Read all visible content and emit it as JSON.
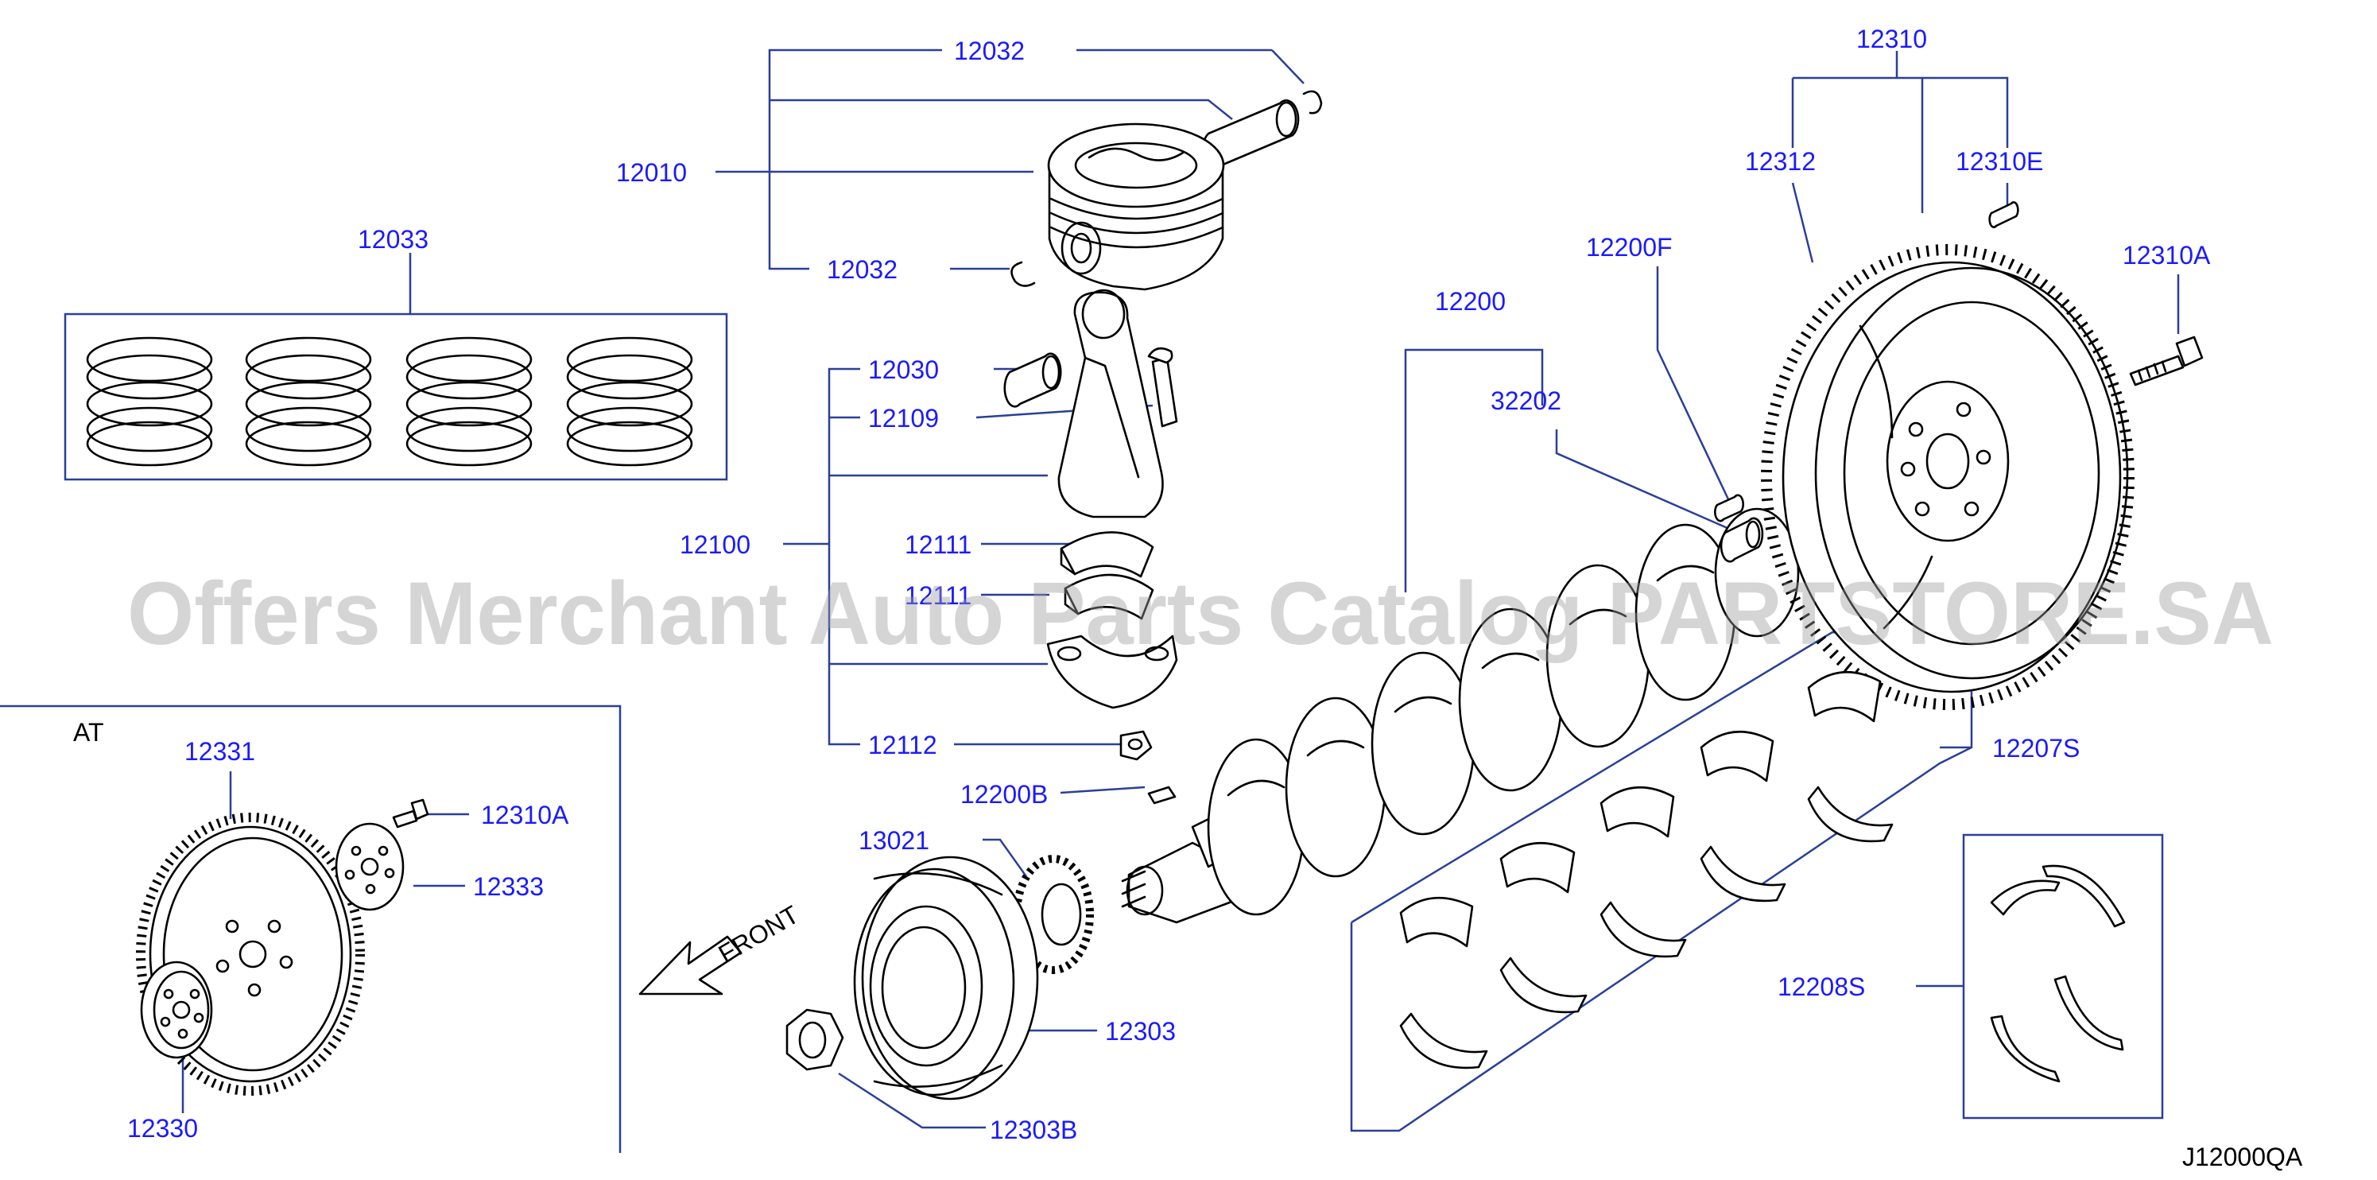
{
  "labels": {
    "p12032_top": "12032",
    "p12010": "12010",
    "p12032_bot": "12032",
    "p12033": "12033",
    "p12030": "12030",
    "p12109": "12109",
    "p12100": "12100",
    "p12111_a": "12111",
    "p12111_b": "12111",
    "p12112": "12112",
    "p12200": "12200",
    "p32202": "32202",
    "p12200F": "12200F",
    "p12310": "12310",
    "p12312": "12312",
    "p12310E": "12310E",
    "p12310A_top": "12310A",
    "p12207S": "12207S",
    "p12208S": "12208S",
    "p12200B": "12200B",
    "p13021": "13021",
    "p12303": "12303",
    "p12303B": "12303B",
    "p12331": "12331",
    "p12310A_at": "12310A",
    "p12333": "12333",
    "p12330": "12330"
  },
  "at_label": "AT",
  "front_label": "FRONT",
  "diagram_code": "J12000QA",
  "watermark": "Offers Merchant Auto Parts Catalog PARTSTORE.SA",
  "colors": {
    "callout": "#1a1aff",
    "leader": "#2a3f9a",
    "watermark": "#9a9a9a"
  }
}
